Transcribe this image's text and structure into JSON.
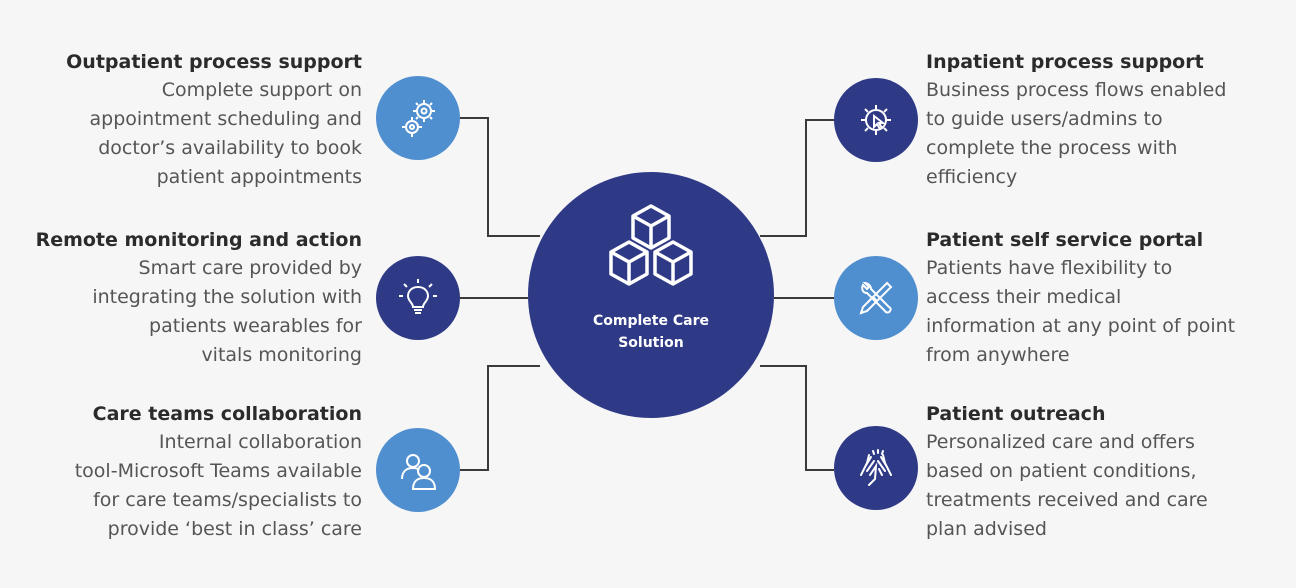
{
  "center": {
    "label_line1": "Complete Care",
    "label_line2": "Solution"
  },
  "left_items": [
    {
      "title": "Outpatient process support",
      "lines": [
        "Complete support on",
        "appointment scheduling and",
        "doctor’s availability to book",
        "patient appointments"
      ],
      "icon": "gears-icon"
    },
    {
      "title": "Remote monitoring and action",
      "lines": [
        "Smart care provided by",
        "integrating the solution with",
        "patients wearables for",
        "vitals monitoring"
      ],
      "icon": "lightbulb-icon"
    },
    {
      "title": "Care teams collaboration",
      "lines": [
        "Internal collaboration",
        "tool-Microsoft Teams available",
        "for care teams/specialists to",
        "provide ‘best in class’ care"
      ],
      "icon": "people-icon"
    }
  ],
  "right_items": [
    {
      "title": "Inpatient process support",
      "lines": [
        "Business process flows enabled",
        "to guide users/admins to",
        "complete the process with",
        "efficiency"
      ],
      "icon": "gear-cursor-icon"
    },
    {
      "title": "Patient self service portal",
      "lines": [
        "Patients have flexibility to",
        "access their medical",
        "information at any point of point",
        "from anywhere"
      ],
      "icon": "tools-icon"
    },
    {
      "title": "Patient outreach",
      "lines": [
        "Personalized care and offers",
        "based on patient conditions,",
        "treatments received and care",
        "plan advised"
      ],
      "icon": "hands-icon"
    }
  ],
  "colors": {
    "dark_blue": "#2f3a86",
    "light_blue": "#4f8fd0",
    "connector": "#3a3a3a"
  }
}
